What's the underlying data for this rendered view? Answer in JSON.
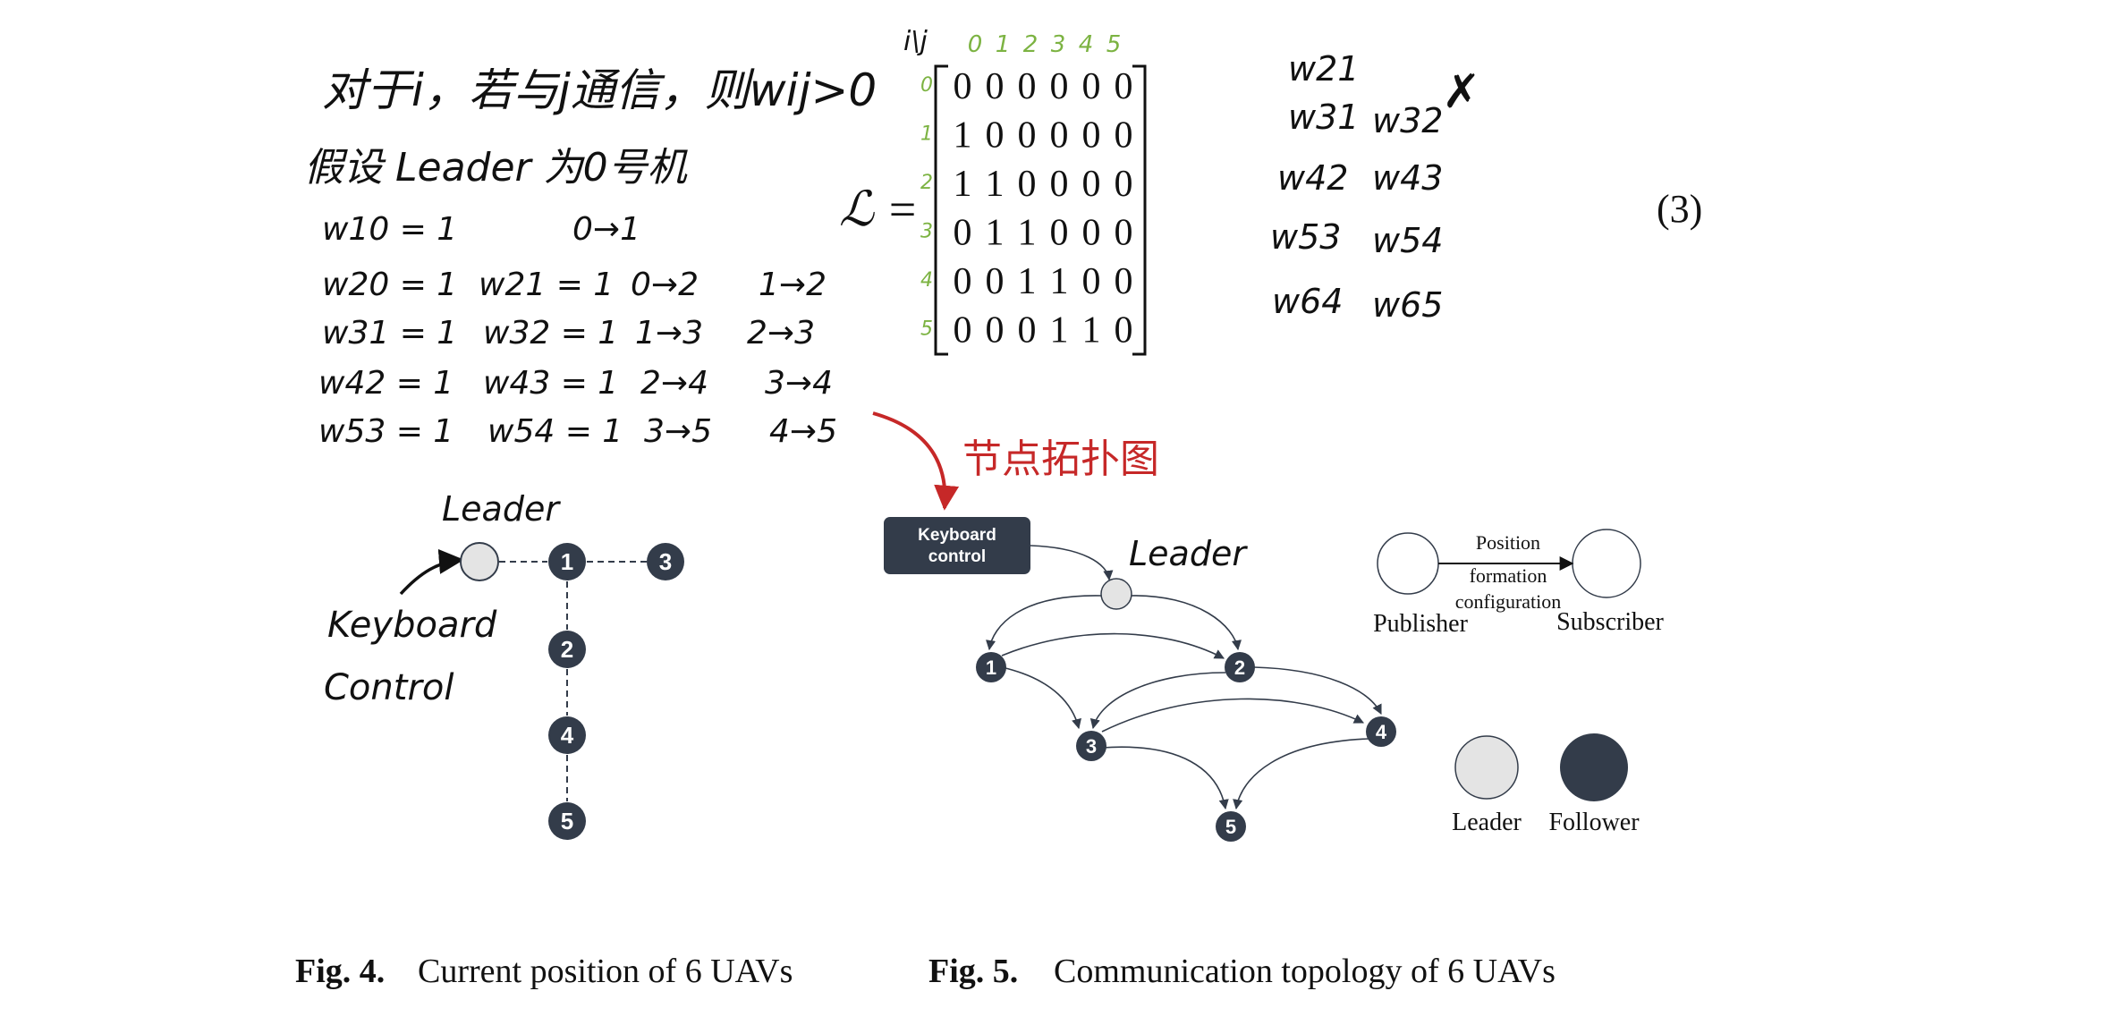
{
  "colors": {
    "follower": "#333c4a",
    "leader": "#e4e4e4",
    "green_annotation": "#7cb342",
    "red_annotation": "#c62828",
    "ink": "#111111"
  },
  "handwriting": {
    "line1": "对于i，若与j通信，则wij>0",
    "line2": "假设 Leader 为0号机",
    "rows": [
      [
        "w10 = 1",
        "",
        "0→1",
        ""
      ],
      [
        "w20 = 1",
        "w21 = 1",
        "0→2",
        "1→2"
      ],
      [
        "w31 = 1",
        "w32 = 1",
        "1→3",
        "2→3"
      ],
      [
        "w42 = 1",
        "w43 = 1",
        "2→4",
        "3→4"
      ],
      [
        "w53 = 1",
        "w54 = 1",
        "3→5",
        "4→5"
      ]
    ],
    "right_rows": [
      [
        "w21",
        "",
        ""
      ],
      [
        "w31",
        "w32",
        "✗"
      ],
      [
        "w42",
        "w43",
        ""
      ],
      [
        "w53",
        "w54",
        ""
      ],
      [
        "w64",
        "w65",
        ""
      ]
    ],
    "red_note": "节点拓扑图",
    "fig4_leader": "Leader",
    "fig4_keyboard_1": "Keyboard",
    "fig4_keyboard_2": "Control",
    "fig5_leader": "Leader"
  },
  "matrix": {
    "symbol": "ℒ =",
    "corner": "i\\j",
    "col_indices": [
      "0",
      "1",
      "2",
      "3",
      "4",
      "5"
    ],
    "row_indices": [
      "0",
      "1",
      "2",
      "3",
      "4",
      "5"
    ],
    "rows": [
      [
        "0",
        "0",
        "0",
        "0",
        "0",
        "0"
      ],
      [
        "1",
        "0",
        "0",
        "0",
        "0",
        "0"
      ],
      [
        "1",
        "1",
        "0",
        "0",
        "0",
        "0"
      ],
      [
        "0",
        "1",
        "1",
        "0",
        "0",
        "0"
      ],
      [
        "0",
        "0",
        "1",
        "1",
        "0",
        "0"
      ],
      [
        "0",
        "0",
        "0",
        "1",
        "1",
        "0"
      ]
    ],
    "equation_number": "(3)"
  },
  "fig4": {
    "nodes": [
      {
        "id": "L",
        "label": ""
      },
      {
        "id": "1",
        "label": "1"
      },
      {
        "id": "3",
        "label": "3"
      },
      {
        "id": "2",
        "label": "2"
      },
      {
        "id": "4",
        "label": "4"
      },
      {
        "id": "5",
        "label": "5"
      }
    ],
    "caption_bold": "Fig. 4.",
    "caption_text": "Current position of 6 UAVs"
  },
  "fig5": {
    "keyboard_box_1": "Keyboard",
    "keyboard_box_2": "control",
    "nodes": [
      {
        "id": "L",
        "label": ""
      },
      {
        "id": "1",
        "label": "1"
      },
      {
        "id": "2",
        "label": "2"
      },
      {
        "id": "3",
        "label": "3"
      },
      {
        "id": "4",
        "label": "4"
      },
      {
        "id": "5",
        "label": "5"
      }
    ],
    "legend": {
      "edge_label_1": "Position",
      "edge_label_2": "formation",
      "edge_label_3": "configuration",
      "publisher": "Publisher",
      "subscriber": "Subscriber",
      "leader": "Leader",
      "follower": "Follower"
    },
    "caption_bold": "Fig. 5.",
    "caption_text": "Communication topology of 6 UAVs"
  }
}
